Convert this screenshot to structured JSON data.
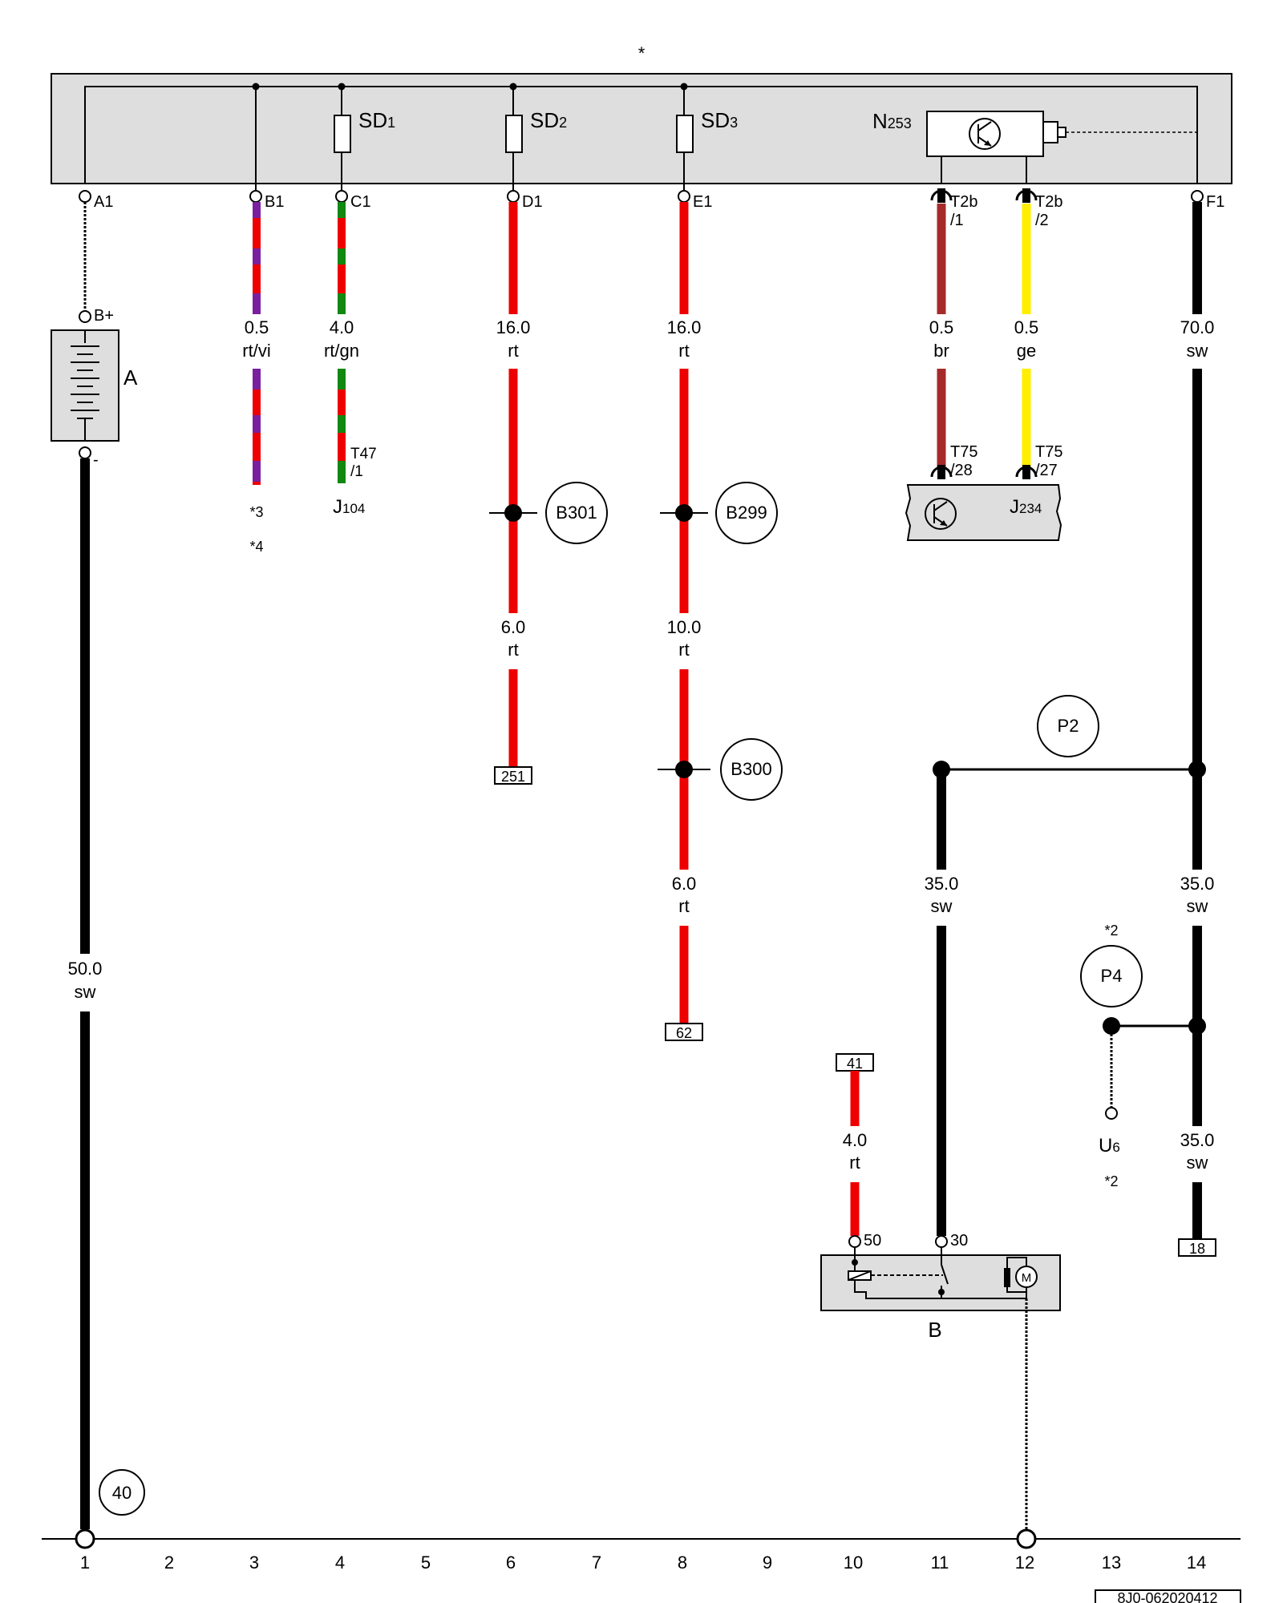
{
  "header_mark": "*",
  "doc_number": "8J0-062020412",
  "colors": {
    "rt": "#ee0000",
    "vi": "#7a1fa0",
    "gn": "#118811",
    "br": "#a52a2a",
    "ge": "#ffee00",
    "sw": "#000000",
    "panel": "#dedede"
  },
  "fuse_box": {
    "fuses": [
      "SD",
      "SD",
      "SD"
    ],
    "fuse_subs": [
      "1",
      "2",
      "3"
    ],
    "relay": "N",
    "relay_sub": "253"
  },
  "pins": [
    "A1",
    "B1",
    "C1",
    "D1",
    "E1",
    "F1"
  ],
  "t2b": {
    "p1_name": "T2b",
    "p1_num": "/1",
    "p2_name": "T2b",
    "p2_num": "/2"
  },
  "wires": {
    "bplus": "B+",
    "minus": "-",
    "b1": {
      "size": "0.5",
      "color": "rt/vi"
    },
    "c1": {
      "size": "4.0",
      "color": "rt/gn"
    },
    "d1_upper": {
      "size": "16.0",
      "color": "rt"
    },
    "d1_lower": {
      "size": "6.0",
      "color": "rt"
    },
    "e1_upper": {
      "size": "16.0",
      "color": "rt"
    },
    "e1_mid": {
      "size": "10.0",
      "color": "rt"
    },
    "e1_lower": {
      "size": "6.0",
      "color": "rt"
    },
    "t2b1": {
      "size": "0.5",
      "color": "br"
    },
    "t2b2": {
      "size": "0.5",
      "color": "ge"
    },
    "f1_upper": {
      "size": "70.0",
      "color": "sw"
    },
    "f1_mid": {
      "size": "35.0",
      "color": "sw"
    },
    "f1_lower": {
      "size": "35.0",
      "color": "sw"
    },
    "starter_feed": {
      "size": "35.0",
      "color": "sw"
    },
    "battery_ground": {
      "size": "50.0",
      "color": "sw"
    },
    "term50_wire": {
      "size": "4.0",
      "color": "rt"
    }
  },
  "components": {
    "battery": "A",
    "starter": "B",
    "starter_t50": "50",
    "starter_t30": "30",
    "motor": "M",
    "j104": "J",
    "j104_sub": "104",
    "t47": "T47",
    "t47_num": "/1",
    "j234": "J",
    "j234_sub": "234",
    "t75a": "T75",
    "t75a_num": "/28",
    "t75b": "T75",
    "t75b_num": "/27",
    "u6": "U",
    "u6_sub": "6"
  },
  "notes": {
    "n3": "*3",
    "n4": "*4",
    "n2a": "*2",
    "n2b": "*2"
  },
  "nodes": {
    "b301": "B301",
    "b299": "B299",
    "b300": "B300",
    "p2": "P2",
    "p4": "P4",
    "ground40": "40"
  },
  "refs": {
    "r251": "251",
    "r62": "62",
    "r41": "41",
    "r18": "18"
  },
  "ruler": [
    "1",
    "2",
    "3",
    "4",
    "5",
    "6",
    "7",
    "8",
    "9",
    "10",
    "11",
    "12",
    "13",
    "14"
  ]
}
